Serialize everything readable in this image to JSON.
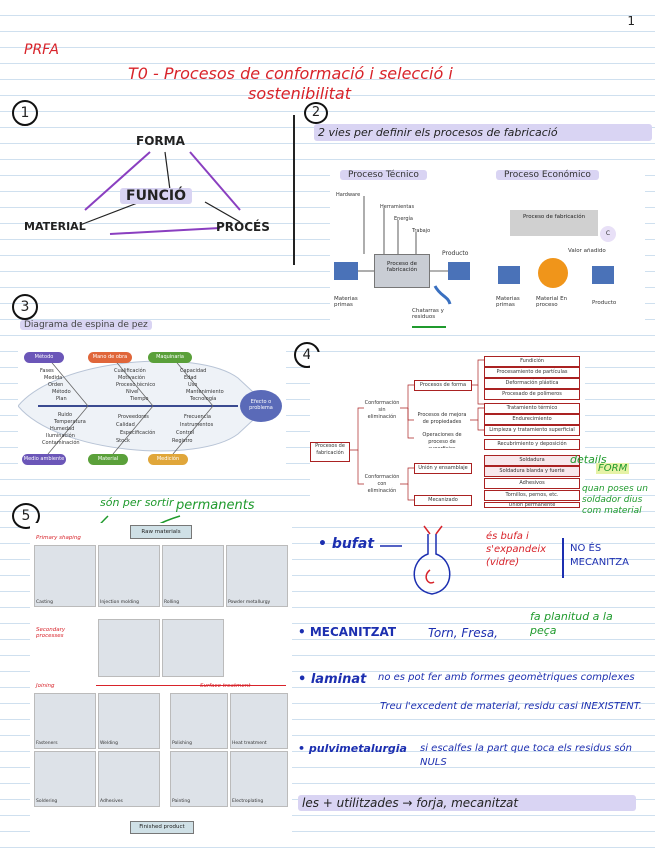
{
  "page_number": "1",
  "header_tag": "PRFA",
  "title_line1": "T0 - Procesos de conformació i selecció i",
  "title_line2": "sostenibilitat",
  "section_numbers": [
    "1",
    "2",
    "3",
    "4",
    "5"
  ],
  "section1": {
    "forma": "FORMA",
    "funcio": "FUNCIÓ",
    "material": "MATERIAL",
    "proces": "PROCÉS"
  },
  "section2": {
    "heading": "2 vies per definir els procesos de fabricació",
    "tecnico_title": "Proceso Técnico",
    "economico_title": "Proceso Económico",
    "tecnico_inputs": [
      "Hardware",
      "Herramientas",
      "Energía",
      "Trabajo"
    ],
    "tecnico_box": "Proceso de fabricación",
    "tecnico_out": "Producto",
    "tecnico_in_mat": "Materias primas",
    "tecnico_waste": "Chatarras y residuos",
    "eco_box": "Proceso de fabricación",
    "eco_c": "C",
    "eco_valor": "Valor añadido",
    "eco_materias": "Materias primas",
    "eco_material": "Material En proceso",
    "eco_producto": "Producto"
  },
  "section3": {
    "title": "Diagrama de espina de pez",
    "top_nodes": [
      "Método",
      "Mano de obra",
      "Maquinaria"
    ],
    "bottom_nodes": [
      "Medio ambiente",
      "Material",
      "Medición"
    ],
    "head": "Efecto o problema",
    "labels_tl": [
      "Fases",
      "Medida",
      "Orden",
      "Método",
      "Plan"
    ],
    "labels_tm": [
      "Cualificación",
      "Motivación",
      "Proceso técnico",
      "Nivel",
      "Tiempo"
    ],
    "labels_tr": [
      "Capacidad",
      "Edad",
      "Uso",
      "Mantenimiento",
      "Tecnología"
    ],
    "labels_bl": [
      "Ruido",
      "Temperatura",
      "Humedad",
      "Iluminación",
      "Contaminación"
    ],
    "labels_bm": [
      "Proveedores",
      "Calidad",
      "Especificación",
      "Stock"
    ],
    "labels_br": [
      "Frecuencia",
      "Instrumentos",
      "Control",
      "Registro"
    ]
  },
  "section4": {
    "root": "Procesos de fabricación",
    "mid_top": "Conformación sin eliminación",
    "mid_bottom": "Conformación con eliminación",
    "branch1": "Procesos de forma",
    "branch2": "Procesos de mejora de propiedades",
    "branch3": "Operaciones de proceso de superficies",
    "branch4": "Unión y ensamblaje",
    "branch5": "Mecanizado",
    "leaves_top": [
      "Fundición",
      "Procesamiento de partículas",
      "Deformación plástica",
      "Procesado de polímeros",
      "Tratamiento térmico",
      "Endurecimiento",
      "Limpieza y tratamiento superficial",
      "Recubrimiento y deposición"
    ],
    "leaves_bottom": [
      "Soldadura",
      "Soldadura blanda y fuerte",
      "Adhesivos",
      "Tornillos, pernos, etc.",
      "Unión permanente"
    ],
    "note_details": "details",
    "note_form": "FORM",
    "note_join": "quan poses un soldador dius com material"
  },
  "section5": {
    "note_sonpor": "són per sortir",
    "note_permanents": "permanents",
    "raw": "Raw materials",
    "primary": "Primary shaping",
    "primary_items": [
      "Casting",
      "Injection molding",
      "Rolling",
      "Powder metallurgy"
    ],
    "secondary": "Secondary processes",
    "joining": "Joining",
    "joining_items": [
      "Fasteners",
      "Welding",
      "Soldering",
      "Adhesives"
    ],
    "surface": "Surface treatment",
    "surface_items": [
      "Polishing",
      "Heat treatment",
      "Painting",
      "Electroplating"
    ],
    "finished": "Finished product"
  },
  "notes": {
    "bufat": "• bufat",
    "bufa_text": "és bufa i s'expandeix (vidre)",
    "no_es": "NO ÉS MECANITZA",
    "fa_planitud": "fa planitud a la peça",
    "mecanitzat": "• MECANITZAT",
    "torn": "Torn, Fresa,",
    "laminat": "• laminat",
    "laminat_text": "no es pot fer amb formes geomètriques complexes",
    "treu": "Treu l'excedent de material, residu casi INEXISTENT.",
    "pulvi": "• pulvimetalurgia",
    "pulvi_text": "si escalfes la part que toca els residus són NULS",
    "final": "les + utilitzades → forja, mecanitzat"
  }
}
